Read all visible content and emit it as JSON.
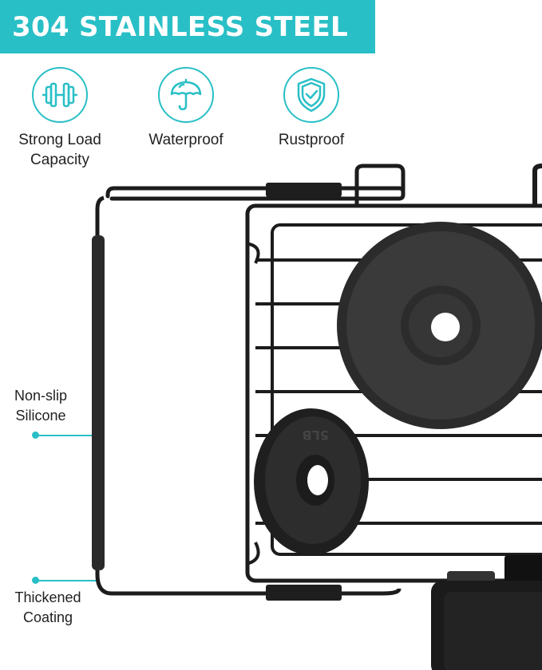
{
  "banner": {
    "title": "304 STAINLESS STEEL"
  },
  "features": [
    {
      "label_line1": "Strong Load",
      "label_line2": "Capacity",
      "icon": "dumbbell-icon"
    },
    {
      "label": "Waterproof",
      "icon": "umbrella-icon"
    },
    {
      "label": "Rustproof",
      "icon": "shield-check-icon"
    }
  ],
  "callouts": {
    "silicone_line1": "Non-slip",
    "silicone_line2": "Silicone",
    "coating_line1": "Thickened",
    "coating_line2": "Coating"
  },
  "colors": {
    "accent": "#29bfc6",
    "metal": "#1c1c1c",
    "text": "#222222"
  },
  "plate_labels": {
    "small_plate": "5LB"
  }
}
